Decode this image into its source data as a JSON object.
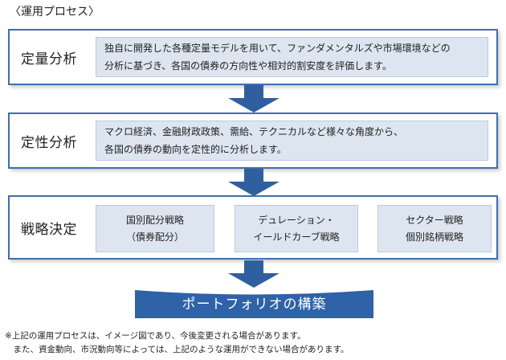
{
  "title": "〈運用プロセス〉",
  "stages": [
    {
      "label": "定量分析",
      "description_lines": [
        "独自に開発した各種定量モデルを用いて、ファンダメンタルズや市場環境などの",
        "分析に基づき、各国の債券の方向性や相対的割安度を評価します。"
      ]
    },
    {
      "label": "定性分析",
      "description_lines": [
        "マクロ経済、金融財政政策、需給、テクニカルなど様々な角度から、",
        "各国の債券の動向を定性的に分析します。"
      ]
    },
    {
      "label": "戦略決定",
      "strategies": [
        {
          "lines": [
            "国別配分戦略",
            "（債券配分）"
          ]
        },
        {
          "lines": [
            "デュレーション・",
            "イールドカーブ戦略"
          ]
        },
        {
          "lines": [
            "セクター戦略",
            "個別銘柄戦略"
          ]
        }
      ]
    }
  ],
  "result": "ポートフォリオの構築",
  "notes": [
    "※上記の運用プロセスは、イメージ図であり、今後変更される場合があります。",
    "　また、資金動向、市況動向等によっては、上記のような運用ができない場合があります。"
  ],
  "colors": {
    "frame_border": "#3d6fb0",
    "description_fill": "#dde5f1",
    "arrow": "#2f5f9f",
    "result_fill": "#2f62a6"
  }
}
